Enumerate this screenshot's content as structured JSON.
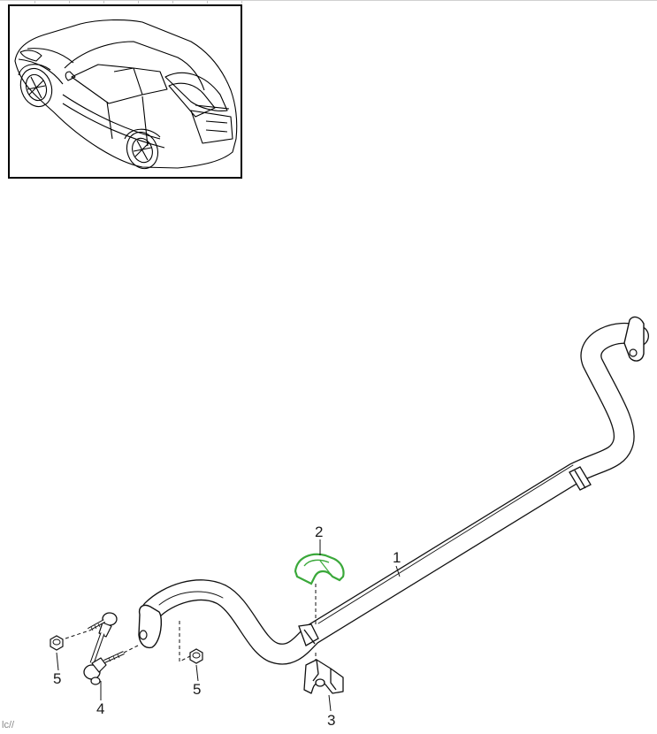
{
  "callouts": {
    "part_1": "1",
    "part_2": "2",
    "part_3": "3",
    "part_4": "4",
    "part_5_left": "5",
    "part_5_right": "5"
  },
  "highlight_color": "#3aa83a",
  "corner_text": "lc//"
}
